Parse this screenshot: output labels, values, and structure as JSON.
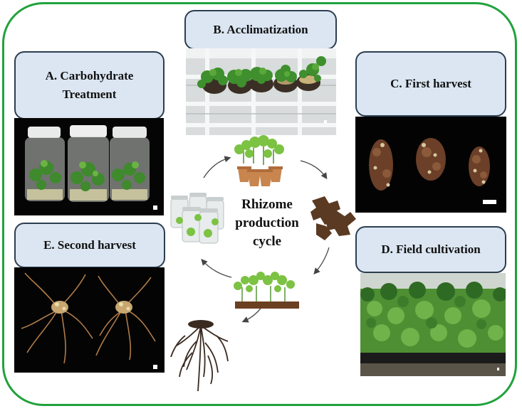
{
  "panels": {
    "A": {
      "label_line1": "A. Carbohydrate",
      "label_line2": "Treatment"
    },
    "B": {
      "label": "B. Acclimatization"
    },
    "C": {
      "label": "C. First harvest"
    },
    "D": {
      "label": "D. Field cultivation"
    },
    "E": {
      "label": "E. Second harvest"
    }
  },
  "center": {
    "line1": "Rhizome",
    "line2": "production",
    "line3": "cycle"
  },
  "colors": {
    "frame": "#21a23c",
    "label_fill": "#dbe6f2",
    "label_border": "#2c3e50"
  }
}
